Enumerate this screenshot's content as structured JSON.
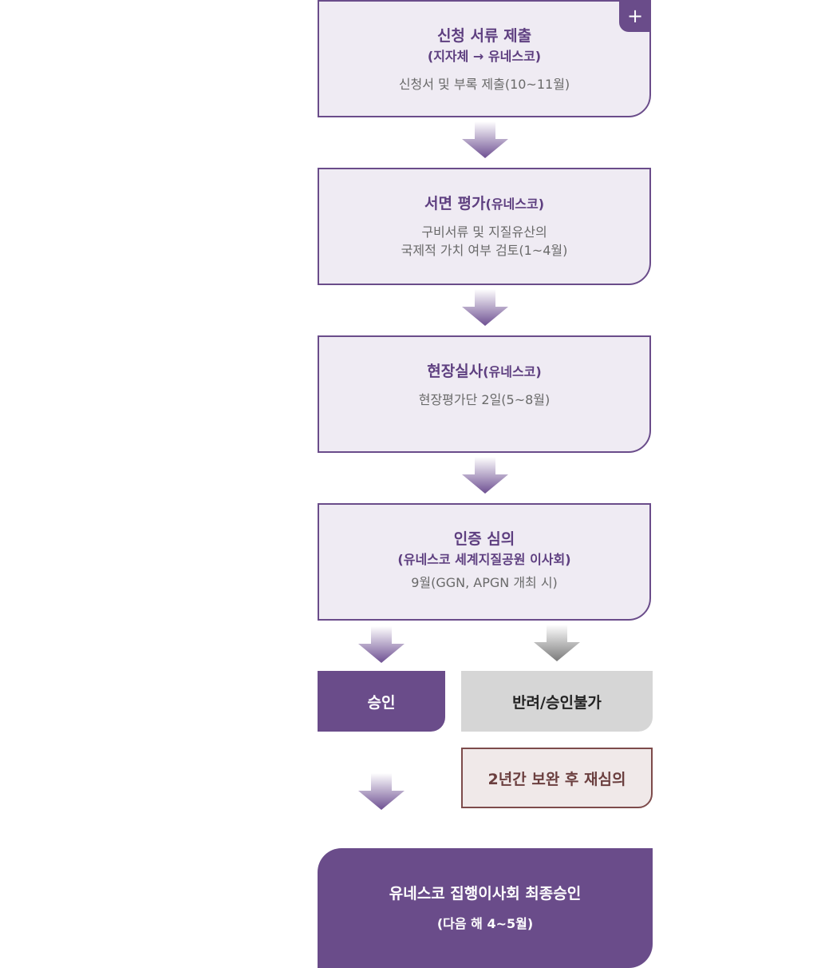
{
  "steps": [
    {
      "title": "신청 서류 제출",
      "org": "(지자체 → 유네스코)",
      "desc": [
        "신청서 및 부록 제출(10~11월)"
      ]
    },
    {
      "title": "서면 평가",
      "suffix": "(유네스코)",
      "desc": [
        "구비서류 및 지질유산의",
        "국제적 가치 여부 검토(1~4월)"
      ]
    },
    {
      "title": "현장실사",
      "suffix": "(유네스코)",
      "desc": [
        "현장평가단 2일(5~8월)"
      ]
    },
    {
      "title": "인증 심의",
      "org": "(유네스코 세계지질공원 이사회)",
      "desc": [
        "9월(GGN, APGN 개최 시)"
      ]
    }
  ],
  "plus_label": "+",
  "approve_label": "승인",
  "reject_label": "반려/승인불가",
  "review_label": "2년간 보완 후 재심의",
  "final": {
    "title": "유네스코 집행이사회 최종승인",
    "sub": "(다음 해 4~5월)"
  },
  "icons": {
    "plus": "plus-icon",
    "arrow": "arrow-down-icon"
  },
  "colors": {
    "purple": "#6a4c8a",
    "step_bg": "#efebf3",
    "gray": "#d6d6d6",
    "review_bg": "#f0e9e9",
    "review_border": "#7d4b4b"
  }
}
